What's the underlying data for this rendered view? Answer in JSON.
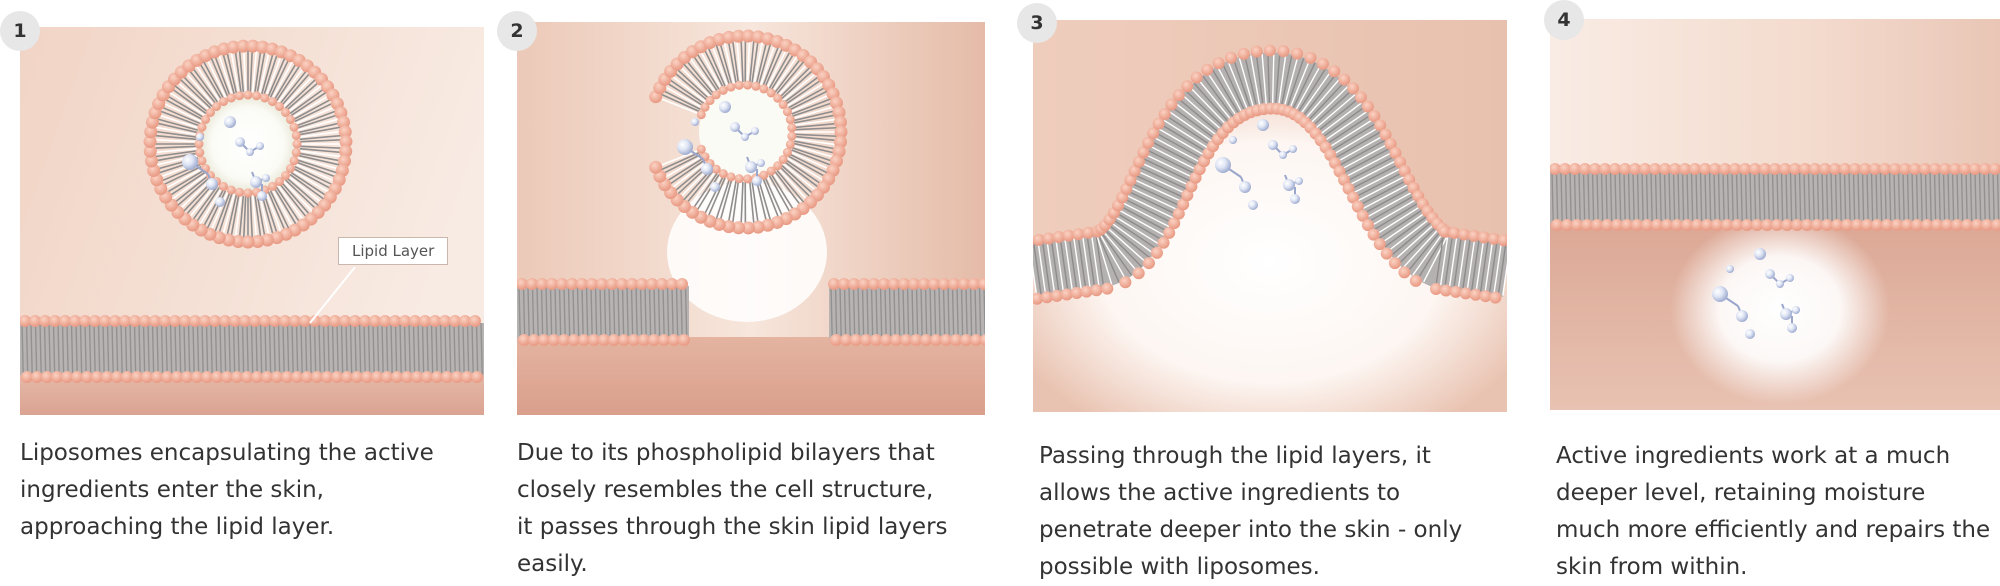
{
  "colors": {
    "skin_light": "#f6e6dd",
    "skin_mid": "#e9c6b6",
    "skin_deep": "#d99f8c",
    "lipid_head": "#f2b4a0",
    "lipid_tail": "#9a9a9a",
    "badge_bg": "#e7e7e7",
    "text": "#333333"
  },
  "steps": [
    {
      "number": "1",
      "caption_lines": [
        "Liposomes encapsulating the active",
        "ingredients enter the skin,",
        "approaching the lipid layer."
      ],
      "tag": "Lipid Layer"
    },
    {
      "number": "2",
      "caption_lines": [
        "Due to its phospholipid bilayers that",
        "closely resembles the cell structure,",
        "it passes through the skin lipid layers",
        "easily."
      ]
    },
    {
      "number": "3",
      "caption_lines": [
        "Passing through the lipid layers, it",
        "allows the active ingredients to",
        "penetrate deeper into the skin - only",
        "possible with liposomes."
      ]
    },
    {
      "number": "4",
      "caption_lines": [
        "Active ingredients work at a much",
        "deeper level, retaining moisture",
        "much more efficiently and repairs the",
        "skin from within."
      ]
    }
  ]
}
